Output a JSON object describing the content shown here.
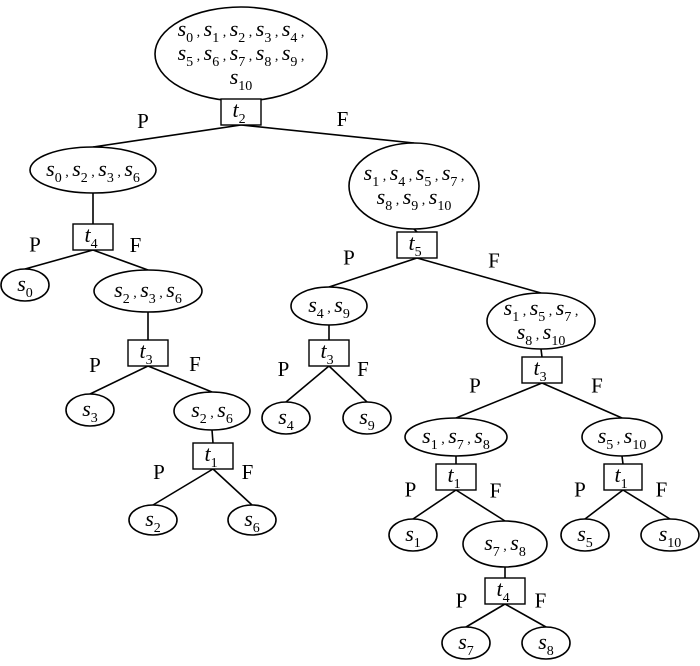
{
  "diagram": {
    "branch_labels": {
      "pass": "P",
      "fail": "F"
    },
    "nodes": [
      {
        "id": "root",
        "kind": "set",
        "lines": [
          [
            "0",
            "1",
            "2",
            "3",
            "4"
          ],
          [
            "5",
            "6",
            "7",
            "8",
            "9"
          ],
          [
            "10"
          ]
        ],
        "trailing_comma": [
          true,
          true,
          false
        ],
        "test": "2"
      },
      {
        "id": "A",
        "kind": "set",
        "lines": [
          [
            "0",
            "2",
            "3",
            "6"
          ]
        ],
        "trailing_comma": [
          false
        ],
        "test": "4"
      },
      {
        "id": "B",
        "kind": "set",
        "lines": [
          [
            "1",
            "4",
            "5",
            "7"
          ],
          [
            "8",
            "9",
            "10"
          ]
        ],
        "trailing_comma": [
          true,
          false
        ],
        "test": "5"
      },
      {
        "id": "A1",
        "kind": "set",
        "lines": [
          [
            "0"
          ]
        ],
        "trailing_comma": [
          false
        ]
      },
      {
        "id": "A2",
        "kind": "set",
        "lines": [
          [
            "2",
            "3",
            "6"
          ]
        ],
        "trailing_comma": [
          false
        ],
        "test": "3"
      },
      {
        "id": "A21",
        "kind": "set",
        "lines": [
          [
            "3"
          ]
        ],
        "trailing_comma": [
          false
        ]
      },
      {
        "id": "A22",
        "kind": "set",
        "lines": [
          [
            "2",
            "6"
          ]
        ],
        "trailing_comma": [
          false
        ],
        "test": "1"
      },
      {
        "id": "A221",
        "kind": "set",
        "lines": [
          [
            "2"
          ]
        ],
        "trailing_comma": [
          false
        ]
      },
      {
        "id": "A222",
        "kind": "set",
        "lines": [
          [
            "6"
          ]
        ],
        "trailing_comma": [
          false
        ]
      },
      {
        "id": "B1",
        "kind": "set",
        "lines": [
          [
            "4",
            "9"
          ]
        ],
        "trailing_comma": [
          false
        ],
        "test": "3"
      },
      {
        "id": "B11",
        "kind": "set",
        "lines": [
          [
            "4"
          ]
        ],
        "trailing_comma": [
          false
        ]
      },
      {
        "id": "B12",
        "kind": "set",
        "lines": [
          [
            "9"
          ]
        ],
        "trailing_comma": [
          false
        ]
      },
      {
        "id": "B2",
        "kind": "set",
        "lines": [
          [
            "1",
            "5",
            "7"
          ],
          [
            "8",
            "10"
          ]
        ],
        "trailing_comma": [
          true,
          false
        ],
        "test": "3"
      },
      {
        "id": "B21",
        "kind": "set",
        "lines": [
          [
            "1",
            "7",
            "8"
          ]
        ],
        "trailing_comma": [
          false
        ],
        "test": "1"
      },
      {
        "id": "B22",
        "kind": "set",
        "lines": [
          [
            "5",
            "10"
          ]
        ],
        "trailing_comma": [
          false
        ],
        "test": "1"
      },
      {
        "id": "B211",
        "kind": "set",
        "lines": [
          [
            "1"
          ]
        ],
        "trailing_comma": [
          false
        ]
      },
      {
        "id": "B212",
        "kind": "set",
        "lines": [
          [
            "7",
            "8"
          ]
        ],
        "trailing_comma": [
          false
        ],
        "test": "4"
      },
      {
        "id": "B2121",
        "kind": "set",
        "lines": [
          [
            "7"
          ]
        ],
        "trailing_comma": [
          false
        ]
      },
      {
        "id": "B2122",
        "kind": "set",
        "lines": [
          [
            "8"
          ]
        ],
        "trailing_comma": [
          false
        ]
      },
      {
        "id": "B221",
        "kind": "set",
        "lines": [
          [
            "5"
          ]
        ],
        "trailing_comma": [
          false
        ]
      },
      {
        "id": "B222",
        "kind": "set",
        "lines": [
          [
            "10"
          ]
        ],
        "trailing_comma": [
          false
        ]
      }
    ],
    "edges": [
      {
        "from": "root",
        "to": "A",
        "branch": "P"
      },
      {
        "from": "root",
        "to": "B",
        "branch": "F"
      },
      {
        "from": "A",
        "to": "A1",
        "branch": "P"
      },
      {
        "from": "A",
        "to": "A2",
        "branch": "F"
      },
      {
        "from": "A2",
        "to": "A21",
        "branch": "P"
      },
      {
        "from": "A2",
        "to": "A22",
        "branch": "F"
      },
      {
        "from": "A22",
        "to": "A221",
        "branch": "P"
      },
      {
        "from": "A22",
        "to": "A222",
        "branch": "F"
      },
      {
        "from": "B",
        "to": "B1",
        "branch": "P"
      },
      {
        "from": "B",
        "to": "B2",
        "branch": "F"
      },
      {
        "from": "B1",
        "to": "B11",
        "branch": "P"
      },
      {
        "from": "B1",
        "to": "B12",
        "branch": "F"
      },
      {
        "from": "B2",
        "to": "B21",
        "branch": "P"
      },
      {
        "from": "B2",
        "to": "B22",
        "branch": "F"
      },
      {
        "from": "B21",
        "to": "B211",
        "branch": "P"
      },
      {
        "from": "B21",
        "to": "B212",
        "branch": "F"
      },
      {
        "from": "B212",
        "to": "B2121",
        "branch": "P"
      },
      {
        "from": "B212",
        "to": "B2122",
        "branch": "F"
      },
      {
        "from": "B22",
        "to": "B221",
        "branch": "P"
      },
      {
        "from": "B22",
        "to": "B222",
        "branch": "F"
      }
    ],
    "set_var": "s",
    "test_var": "t"
  }
}
